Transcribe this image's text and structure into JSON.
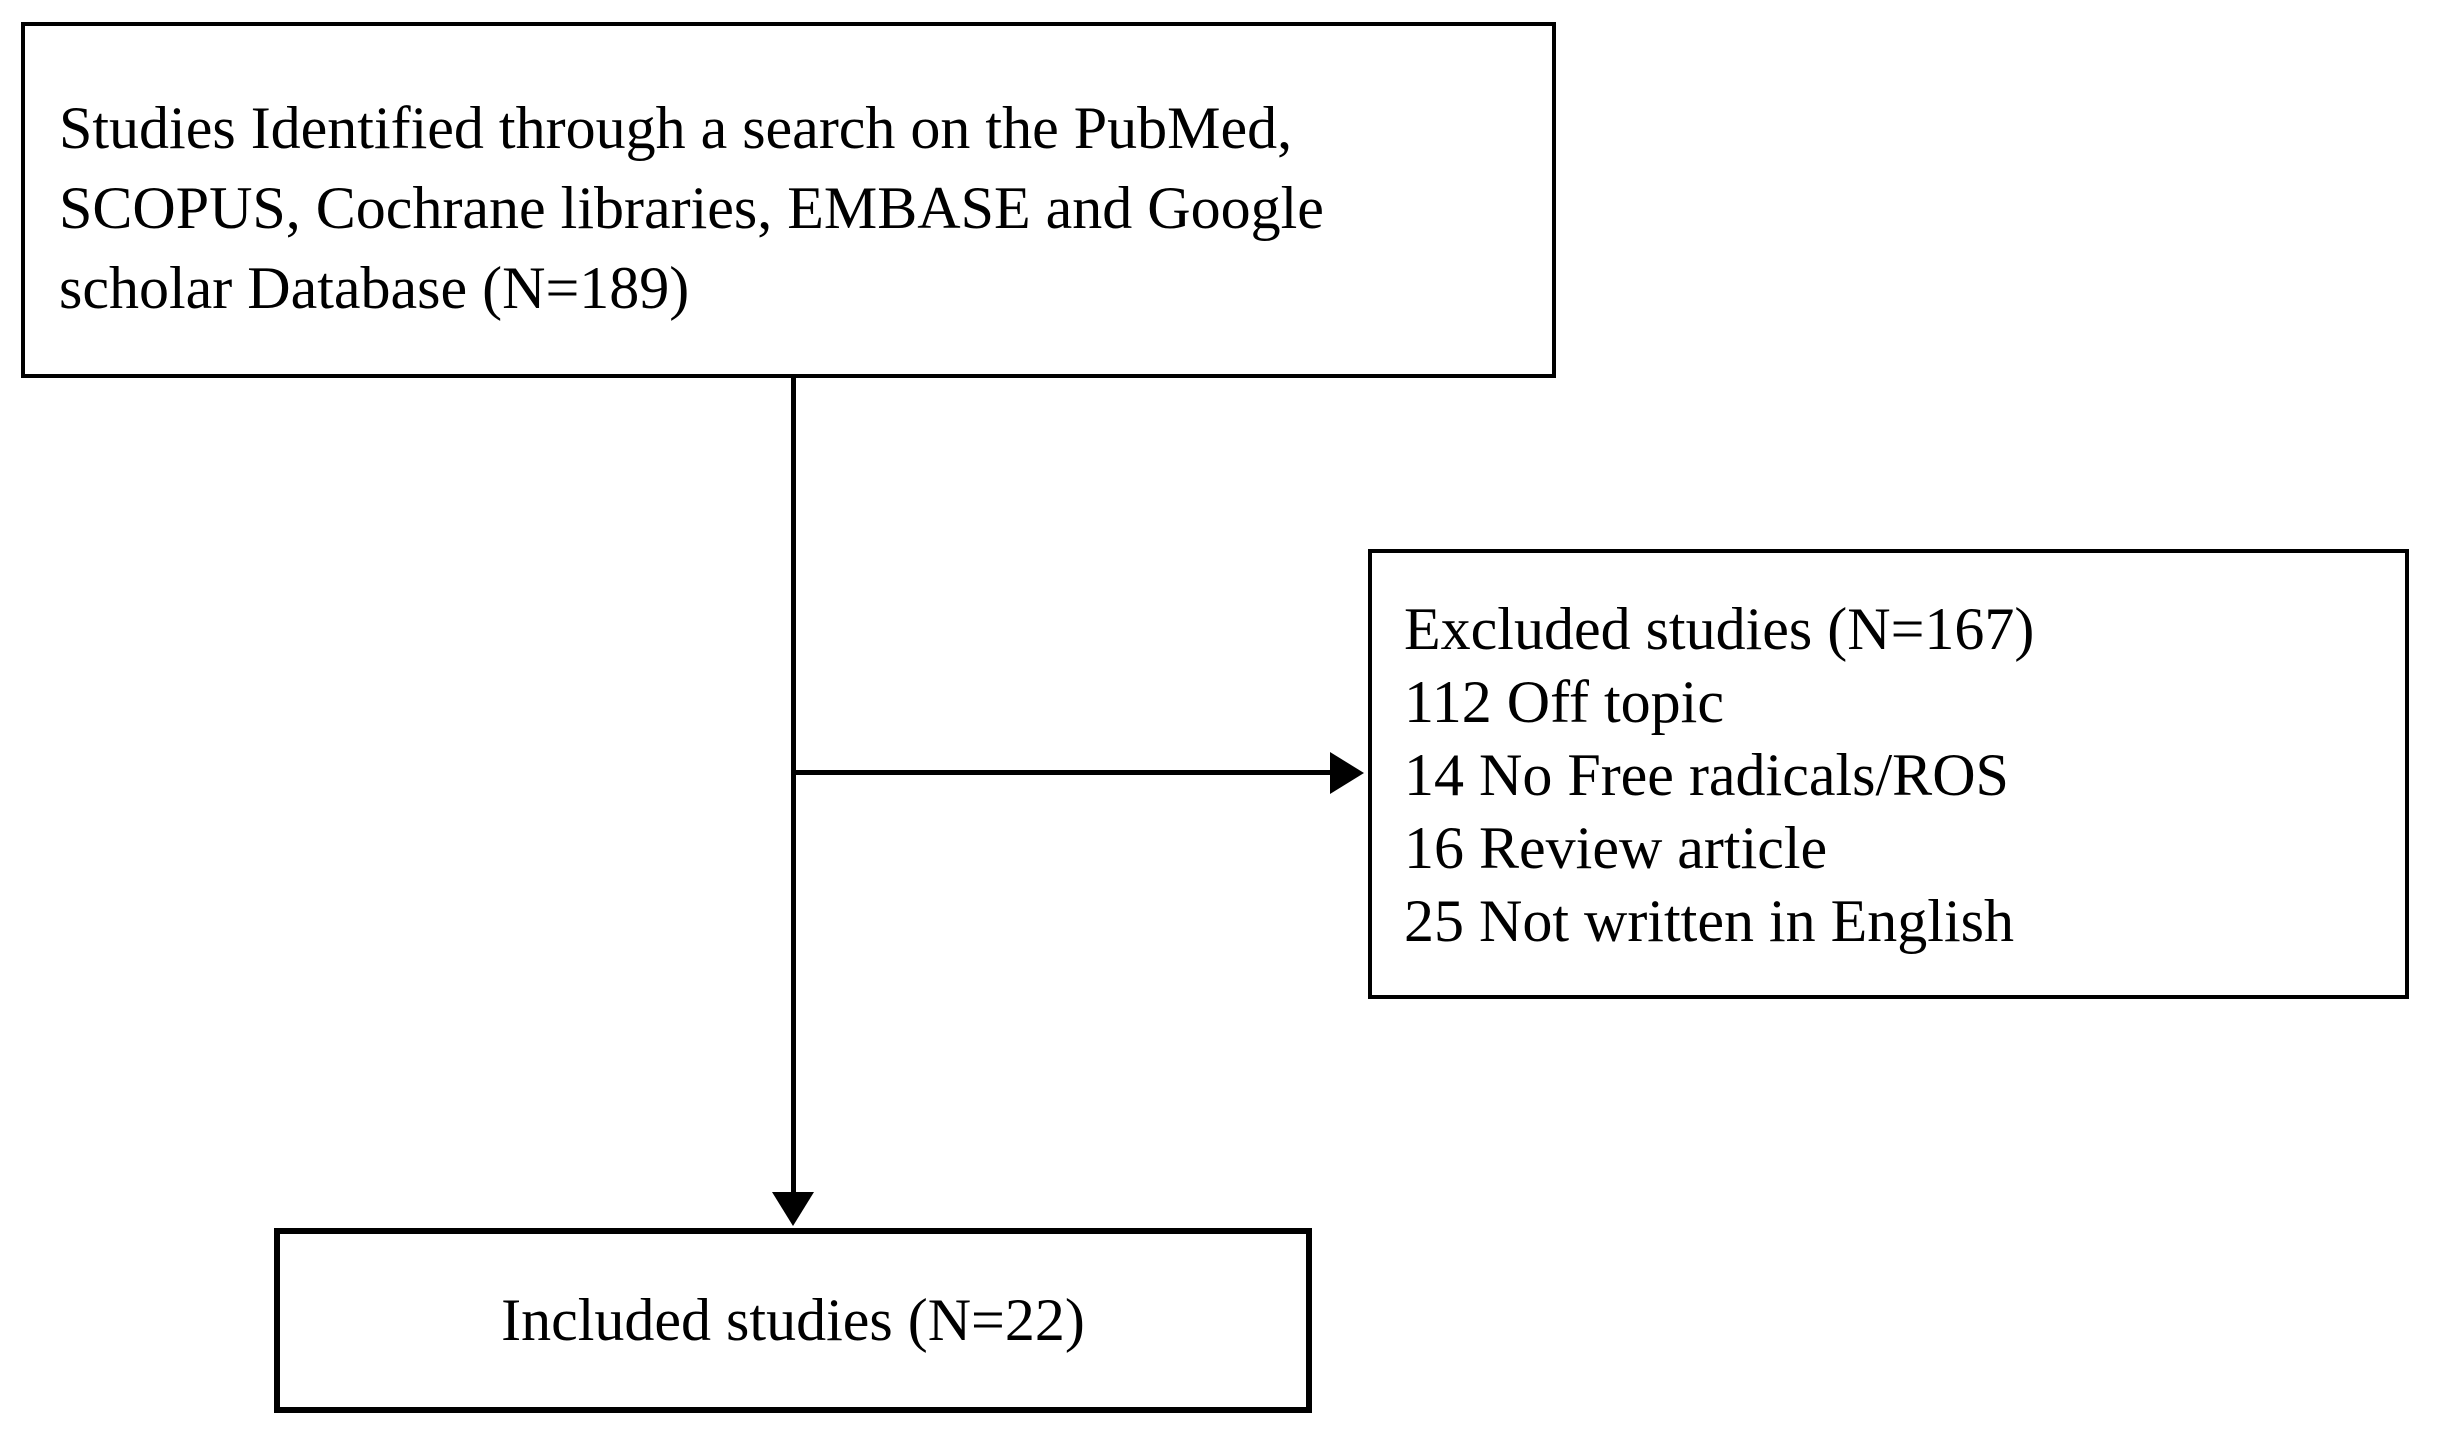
{
  "colors": {
    "background": "#ffffff",
    "box_border": "#000000",
    "text": "#000000",
    "arrow": "#000000"
  },
  "nodes": {
    "identified": {
      "lines": [
        "Studies Identified through a search on the PubMed,",
        "SCOPUS, Cochrane libraries, EMBASE and Google",
        "scholar Database (N=189)"
      ],
      "count": 189
    },
    "excluded": {
      "lines": [
        "Excluded studies (N=167)",
        "112 Off topic",
        "14 No Free radicals/ROS",
        "16 Review article",
        "25 Not written in English"
      ],
      "count": 167,
      "reasons": [
        {
          "count": 112,
          "reason": "Off topic"
        },
        {
          "count": 14,
          "reason": "No Free radicals/ROS"
        },
        {
          "count": 16,
          "reason": "Review article"
        },
        {
          "count": 25,
          "reason": "Not written in English"
        }
      ]
    },
    "included": {
      "label": "Included studies (N=22)",
      "count": 22
    }
  },
  "edges": [
    {
      "from": "identified",
      "to": "excluded"
    },
    {
      "from": "identified",
      "to": "included"
    }
  ]
}
